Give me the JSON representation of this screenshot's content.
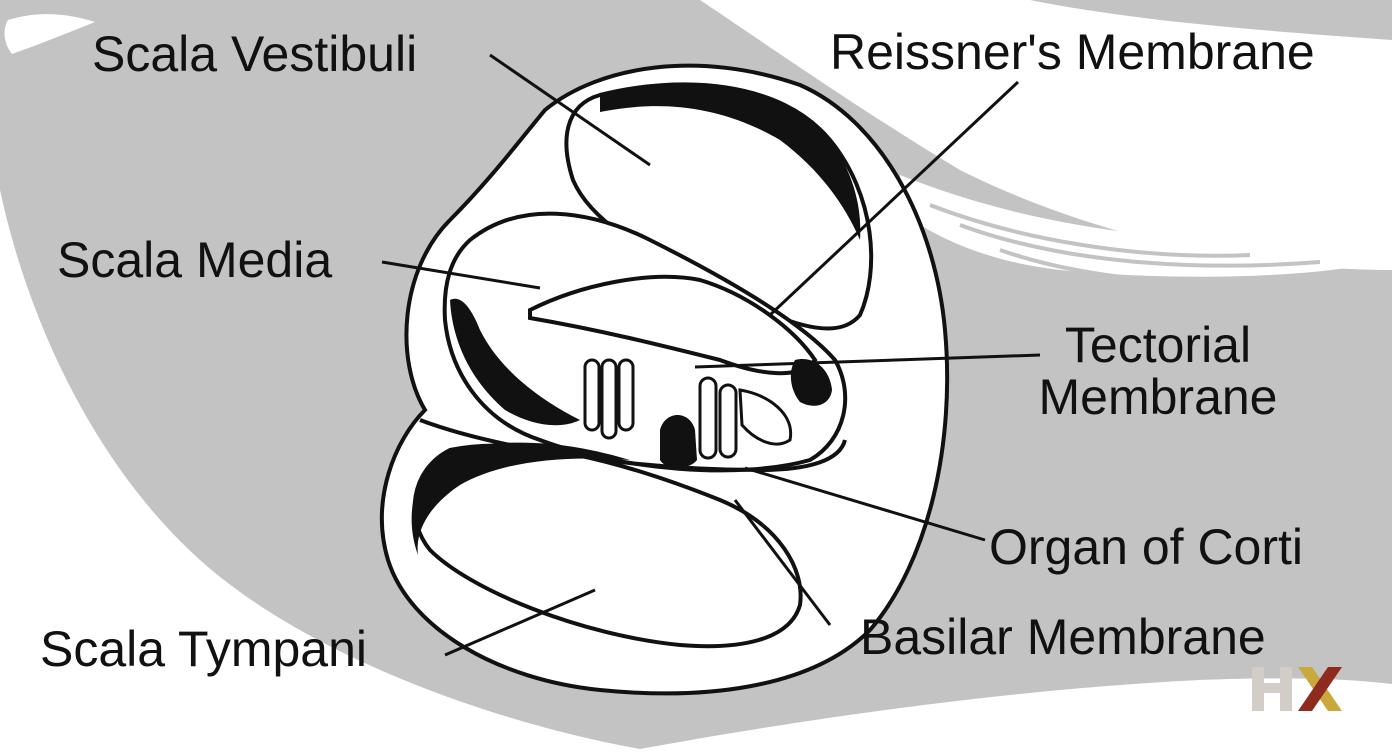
{
  "diagram": {
    "labels": {
      "scala_vestibuli": "Scala Vestibuli",
      "reissners_membrane": "Reissner's Membrane",
      "scala_media": "Scala Media",
      "tectorial_membrane_line1": "Tectorial",
      "tectorial_membrane_line2": "Membrane",
      "organ_of_corti": "Organ of Corti",
      "basilar_membrane": "Basilar Membrane",
      "scala_tympani": "Scala Tympani"
    }
  },
  "logo": {
    "text": "HX",
    "colors": {
      "h": "#d2cdc6",
      "x_light": "#c9a93d",
      "x_dark": "#8e2a1e"
    }
  },
  "colors": {
    "background": "#ffffff",
    "gray_shape": "#c3c3c3",
    "ink": "#111111",
    "fill": "#ffffff"
  }
}
